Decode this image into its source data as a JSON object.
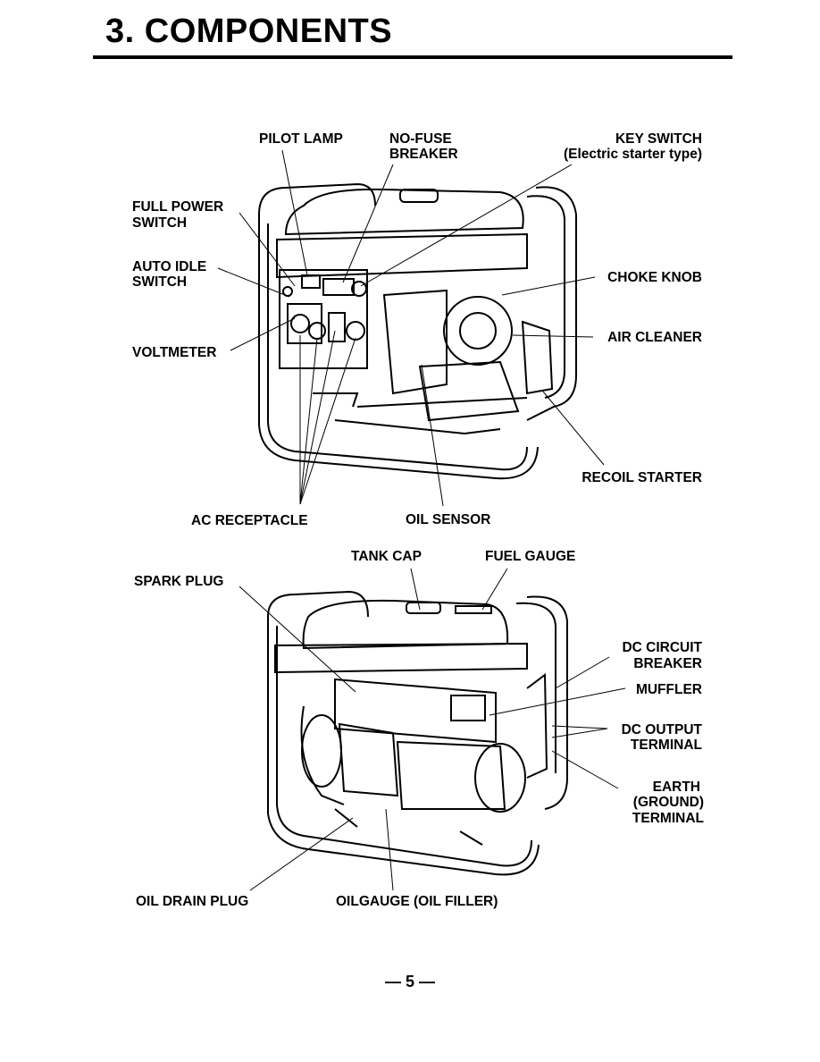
{
  "page": {
    "title": "3. COMPONENTS",
    "page_number": "— 5 —"
  },
  "top_figure": {
    "labels": {
      "pilot_lamp": "PILOT LAMP",
      "no_fuse_breaker_1": "NO-FUSE",
      "no_fuse_breaker_2": "BREAKER",
      "key_switch_1": "KEY SWITCH",
      "key_switch_2": "(Electric starter type)",
      "full_power_switch_1": "FULL POWER",
      "full_power_switch_2": "SWITCH",
      "auto_idle_switch_1": "AUTO IDLE",
      "auto_idle_switch_2": "SWITCH",
      "choke_knob": "CHOKE KNOB",
      "voltmeter": "VOLTMETER",
      "air_cleaner": "AIR CLEANER",
      "recoil_starter": "RECOIL STARTER",
      "ac_receptacle": "AC RECEPTACLE",
      "oil_sensor": "OIL SENSOR"
    }
  },
  "bottom_figure": {
    "labels": {
      "tank_cap": "TANK CAP",
      "fuel_gauge": "FUEL GAUGE",
      "spark_plug": "SPARK PLUG",
      "dc_circuit_breaker_1": "DC CIRCUIT",
      "dc_circuit_breaker_2": "BREAKER",
      "muffler": "MUFFLER",
      "dc_output_terminal_1": "DC OUTPUT",
      "dc_output_terminal_2": "TERMINAL",
      "earth_terminal_1": "EARTH",
      "earth_terminal_2": "(GROUND)",
      "earth_terminal_3": "TERMINAL",
      "oil_drain_plug": "OIL DRAIN PLUG",
      "oilgauge": "OILGAUGE (OIL FILLER)"
    }
  }
}
